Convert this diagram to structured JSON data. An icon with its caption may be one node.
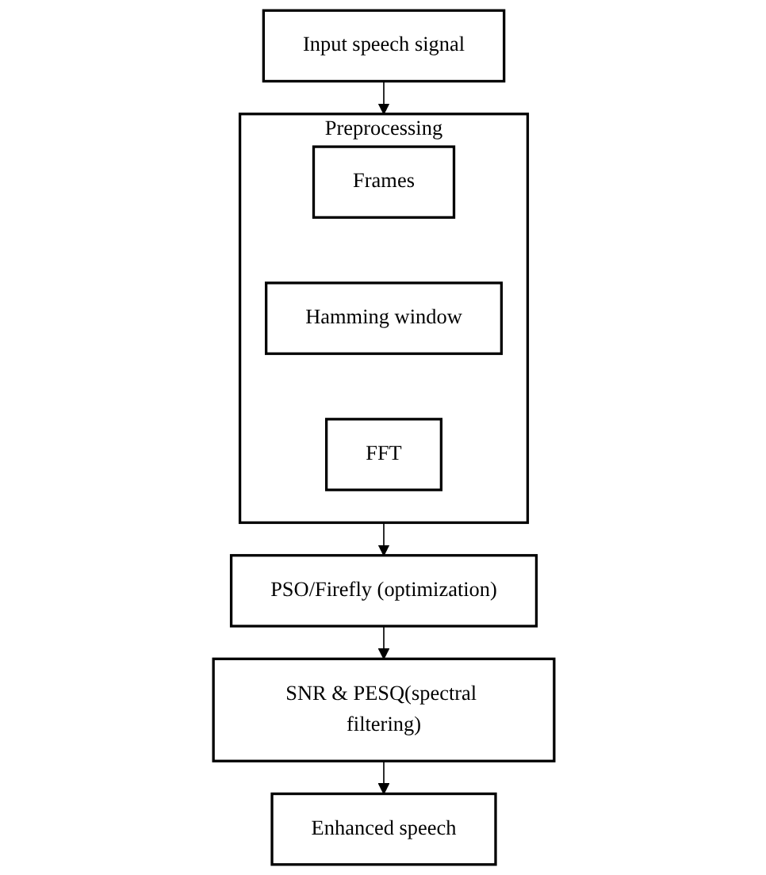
{
  "diagram": {
    "nodes": [
      {
        "text": [
          "Input speech signal"
        ]
      },
      {
        "text": [
          "Preprocessing"
        ]
      },
      {
        "text": [
          "Frames"
        ],
        "in": 1
      },
      {
        "text": [
          "Hamming window"
        ],
        "in": 1
      },
      {
        "text": [
          "FFT"
        ],
        "in": 1
      },
      {
        "text": [
          "PSO/Firefly (optimization)"
        ]
      },
      {
        "text": [
          "SNR & PESQ(spectral filtering)"
        ]
      },
      {
        "text": [
          "Enhanced speech"
        ]
      }
    ],
    "edges": [
      {
        "from": 0,
        "to": 1,
        "arrow": "to"
      },
      {
        "from": 1,
        "to": 5,
        "arrow": "to"
      },
      {
        "from": 5,
        "to": 6,
        "arrow": "to"
      },
      {
        "from": 6,
        "to": 7,
        "arrow": "to"
      }
    ]
  }
}
